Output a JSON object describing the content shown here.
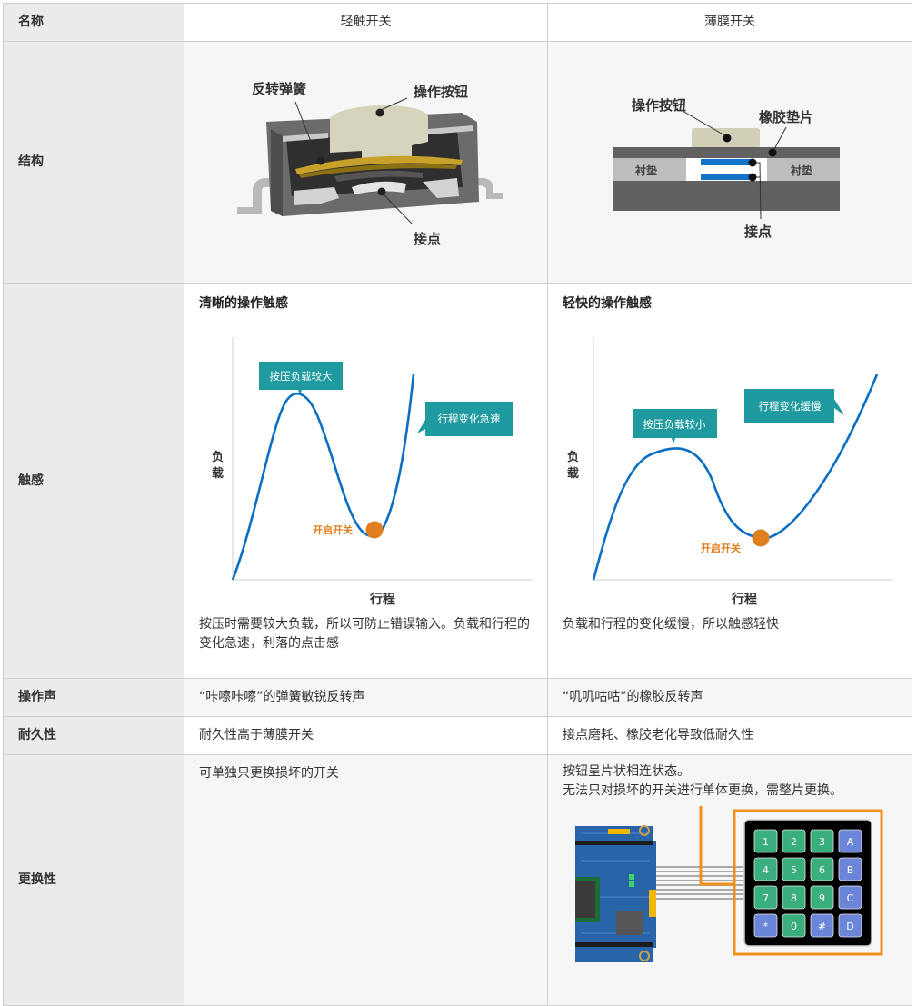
{
  "header": {
    "col0": "名称",
    "col1": "轻触开关",
    "col2": "薄膜开关"
  },
  "rows": {
    "structure": {
      "label": "结构",
      "tactile": {
        "labels": {
          "spring": "反转弹簧",
          "button": "操作按钮",
          "contact": "接点"
        }
      },
      "membrane": {
        "labels": {
          "button": "操作按钮",
          "rubber": "橡胶垫片",
          "spacer_left": "衬垫",
          "spacer_right": "衬垫",
          "contact": "接点"
        }
      }
    },
    "feel": {
      "label": "触感",
      "tactile": {
        "title": "清晰的操作触感",
        "y_label_1": "负",
        "y_label_2": "载",
        "x_label": "行程",
        "callout_peak": "按压负载较大",
        "callout_slope": "行程变化急速",
        "on_label": "开启开关",
        "description": "按压时需要较大负载，所以可防止错误输入。负载和行程的变化急速，利落的点击感"
      },
      "membrane": {
        "title": "轻快的操作触感",
        "y_label_1": "负",
        "y_label_2": "载",
        "x_label": "行程",
        "callout_peak": "按压负载较小",
        "callout_slope": "行程变化缓慢",
        "on_label": "开启开关",
        "description": "负载和行程的变化缓慢，所以触感轻快"
      }
    },
    "sound": {
      "label": "操作声",
      "tactile": "“咔嚓咔嚓”的弹簧敏锐反转声",
      "membrane": "“叽叽咕咕”的橡胶反转声"
    },
    "durability": {
      "label": "耐久性",
      "tactile": "耐久性高于薄膜开关",
      "membrane": "接点磨耗、橡胶老化导致低耐久性"
    },
    "replace": {
      "label": "更换性",
      "tactile": "可单独只更换损坏的开关",
      "membrane_line1": "按钮呈片状相连状态。",
      "membrane_line2": "无法只对损坏的开关进行单体更换，需整片更换。",
      "keypad_keys": [
        "1",
        "2",
        "3",
        "A",
        "4",
        "5",
        "6",
        "B",
        "7",
        "8",
        "9",
        "C",
        "*",
        "0",
        "#",
        "D"
      ]
    }
  },
  "colors": {
    "curve_blue": "#0a6fc2",
    "callout_teal": "#1e9aa0",
    "on_orange": "#e07f1f",
    "highlight_orange": "#f39019",
    "key_green": "#3aae7c",
    "key_blue": "#6b86d8",
    "header_gray": "#ebebeb"
  }
}
